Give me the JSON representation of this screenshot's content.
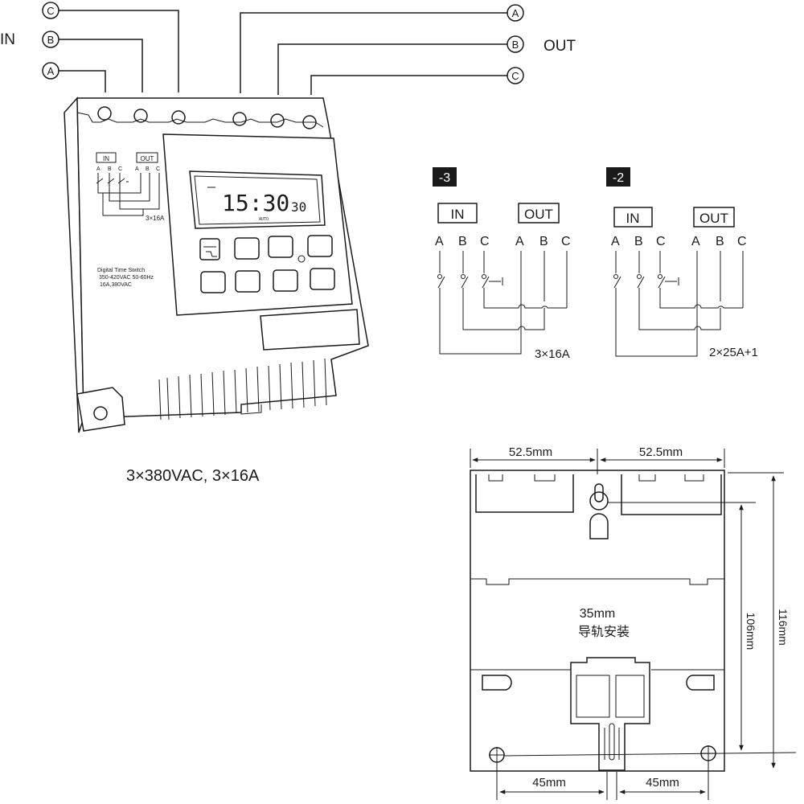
{
  "device_view": {
    "in_label": "IN",
    "out_label": "OUT",
    "terminals_left": [
      "C",
      "B",
      "A"
    ],
    "terminals_right": [
      "A",
      "B",
      "C"
    ],
    "panel_in": "IN",
    "panel_out": "OUT",
    "panel_letters": [
      "A",
      "B",
      "C",
      "A",
      "B",
      "C"
    ],
    "panel_rating": "3×16A",
    "lcd_time": "15:30",
    "lcd_seconds": "30",
    "lcd_mode": "AUTO",
    "spec_lines": [
      "Digital Time Switch",
      "350-420VAC  50-60Hz",
      "16A,380VAC"
    ],
    "caption": "3×380VAC, 3×16A"
  },
  "wiring_3": {
    "badge": "-3",
    "in": "IN",
    "out": "OUT",
    "letters": [
      "A",
      "B",
      "C",
      "A",
      "B",
      "C"
    ],
    "rating": "3×16A"
  },
  "wiring_2": {
    "badge": "-2",
    "in": "IN",
    "out": "OUT",
    "letters": [
      "A",
      "B",
      "C",
      "A",
      "B",
      "C"
    ],
    "rating": "2×25A+1"
  },
  "dimensions": {
    "top_left": "52.5mm",
    "top_right": "52.5mm",
    "rail": "35mm",
    "rail_cn": "导轨安装",
    "height_inner": "106mm",
    "height_outer": "116mm",
    "bottom_left": "45mm",
    "bottom_right": "45mm"
  }
}
